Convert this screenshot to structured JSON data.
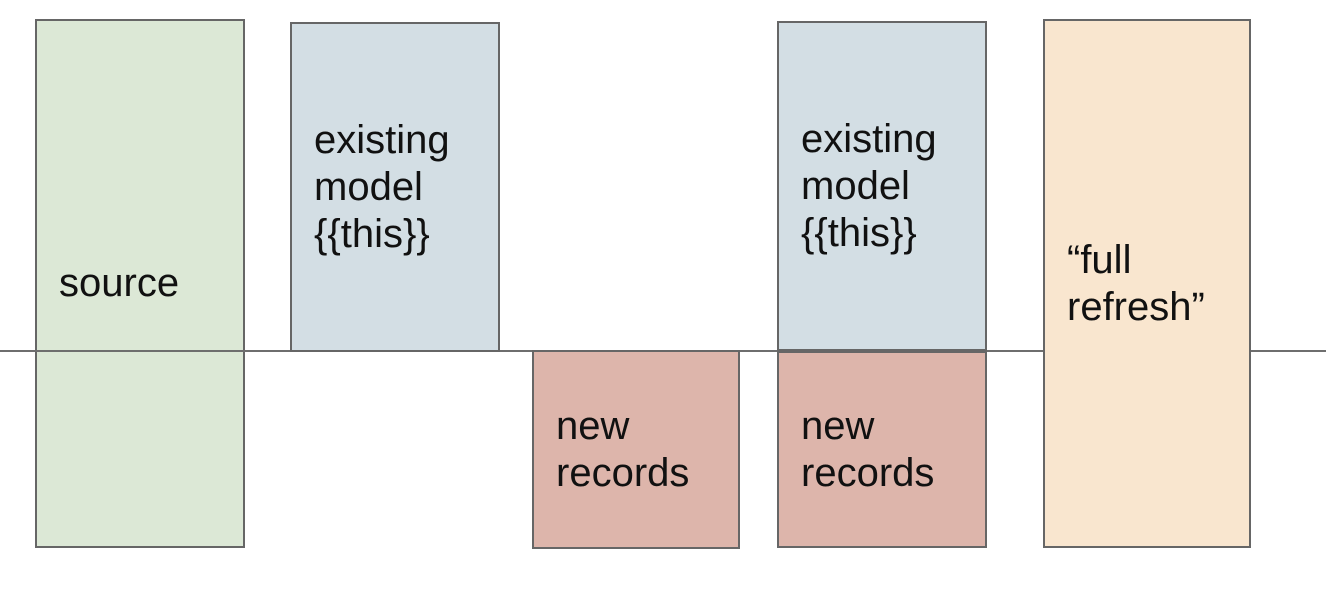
{
  "diagram": {
    "description": "dbt incremental model diagram: source vs existing model plus new records vs full refresh",
    "background_color": "#ffffff",
    "stroke_color": "#666666",
    "text_color": "#111111",
    "baseline": {
      "color": "#6e6e6e"
    },
    "boxes": {
      "source": {
        "label": "source",
        "fill": "#dce8d6"
      },
      "existing_model_left": {
        "label": "existing\nmodel\n{{this}}",
        "fill": "#d3dee4"
      },
      "new_records_left": {
        "label": "new\nrecords",
        "fill": "#ddb5ab"
      },
      "existing_model_right": {
        "label": "existing\nmodel\n{{this}}",
        "fill": "#d3dee4"
      },
      "new_records_right": {
        "label": "new\nrecords",
        "fill": "#ddb5ab"
      },
      "full_refresh": {
        "label": "“full\nrefresh”",
        "fill": "#f9e6cf"
      }
    }
  }
}
